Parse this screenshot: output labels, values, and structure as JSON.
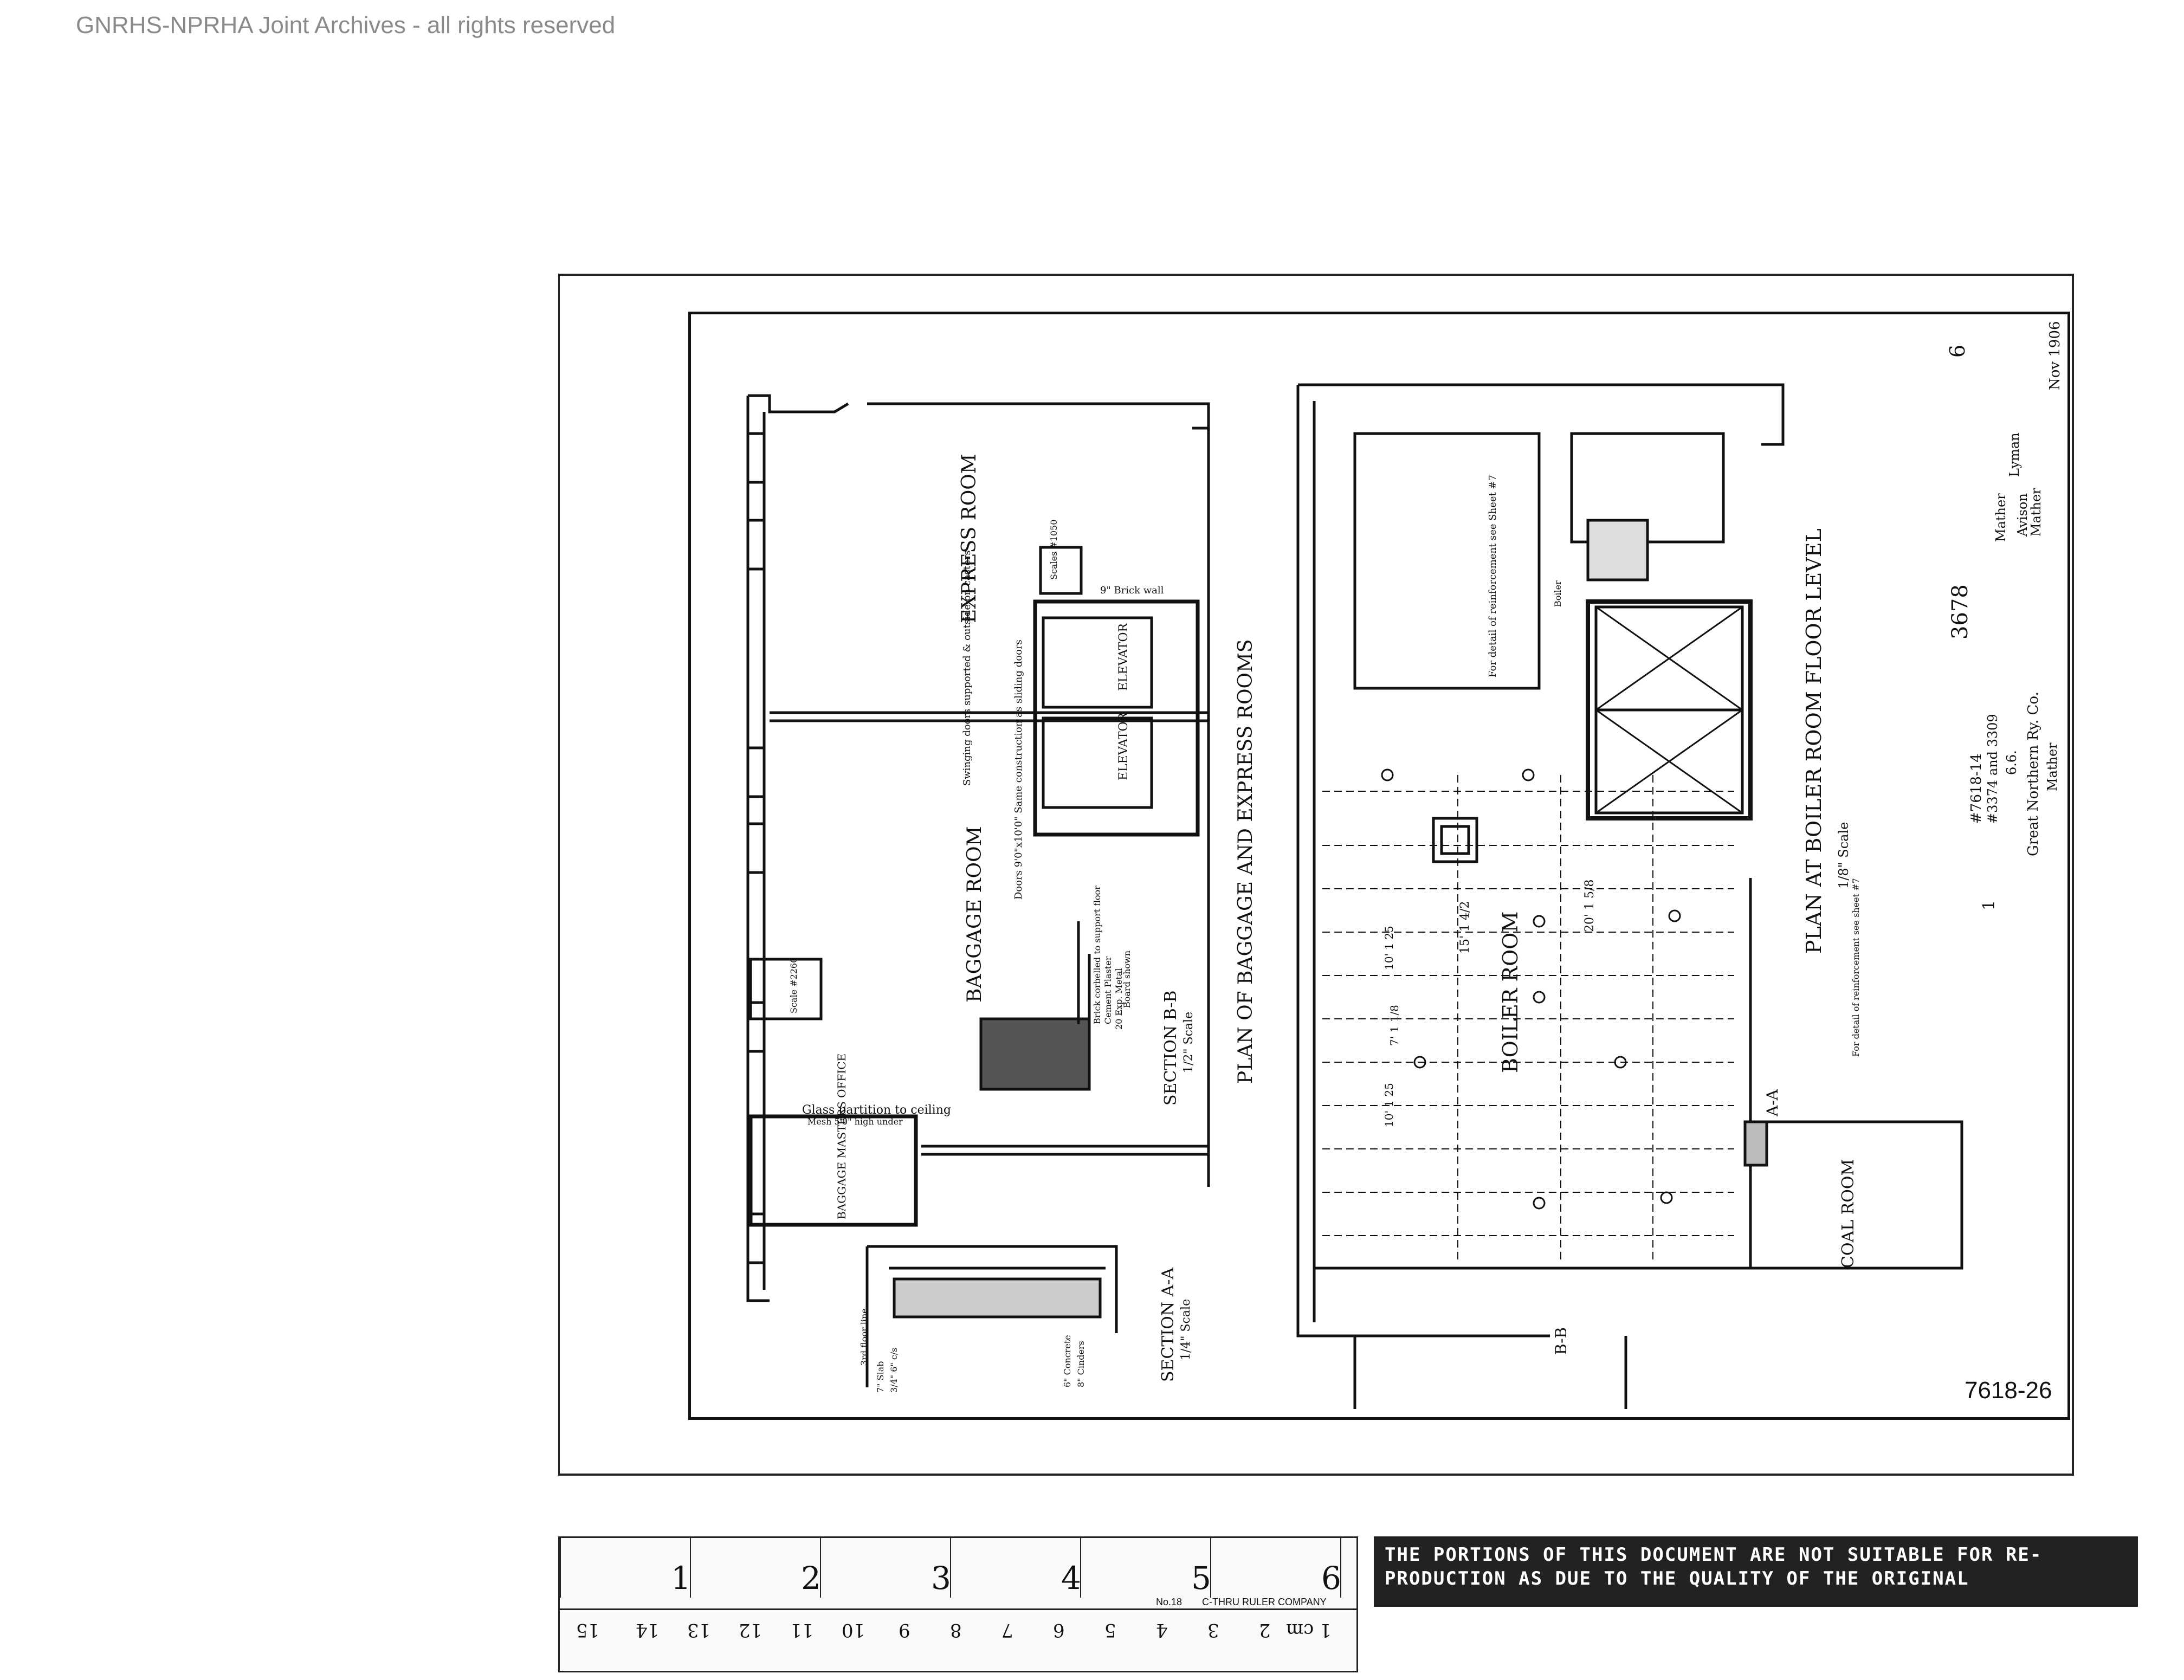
{
  "watermark": "GNRHS-NPRHA Joint Archives - all rights reserved",
  "drawing": {
    "sheet_number": "7618-26",
    "top_number": "6",
    "date": "Nov 1906",
    "file_number": "3678",
    "name_block": [
      "Mather",
      "Lyman",
      "Avison",
      "Mather"
    ],
    "refs": [
      "#7618-14",
      "#3374 and 3309",
      "6.6.",
      "Great Northern Ry. Co.",
      "Mather"
    ],
    "mark_1": "1"
  },
  "plan_left": {
    "title": "PLAN OF BAGGAGE AND EXPRESS ROOMS",
    "express_room": "EXPRESS ROOM",
    "baggage_room": "BAGGAGE ROOM",
    "elevator": "ELEVATOR",
    "brick_wall": "9\" Brick wall",
    "scales_1": "Scales #1050",
    "scale_2": "Scale #2260",
    "swinging_doors": "Swinging doors supported & outside on casters",
    "doors_note": "Doors 9'0\"x10'0\" Same construction as sliding doors",
    "glass_partition": "Glass partition to ceiling",
    "glass_note": "Mesh 5'0\" high under",
    "baggage_office": "BAGGAGE MASTERS OFFICE",
    "section_bb": "SECTION B-B",
    "section_bb_scale": "1/2\" Scale",
    "section_bb_notes": [
      "Brick corbelled to support floor",
      "Cement Plaster",
      "Board shown",
      "20 Exp. Metal"
    ],
    "section_aa": "SECTION A-A",
    "section_aa_scale": "1/4\" Scale",
    "section_aa_notes": [
      "3rd floor line",
      "7\" Slab",
      "3/4\" 6\" c/s",
      "6\" Concrete",
      "8\" Cinders"
    ]
  },
  "plan_right": {
    "title": "PLAN AT BOILER ROOM FLOOR LEVEL",
    "scale": "1/8\" Scale",
    "boiler_room": "BOILER ROOM",
    "coal_room": "COAL ROOM",
    "reinforcement_note": "For detail of reinforcement see Sheet #7",
    "reinforcement_note_2": "For detail of reinforcement see sheet #7",
    "boiler": "Boiler",
    "dims": [
      "15' 1 4/2",
      "20' 1 5/8",
      "10' 1 25",
      "7' 1 1/8",
      "10' 1 25"
    ],
    "aa": "A-A",
    "bb": "B-B"
  },
  "ruler": {
    "inches": [
      "1",
      "2",
      "3",
      "4",
      "5",
      "6"
    ],
    "cm": [
      "1 cm",
      "2",
      "3",
      "4",
      "5",
      "6",
      "7",
      "8",
      "9",
      "10",
      "11",
      "12",
      "13",
      "14",
      "15"
    ],
    "brand": "No.18",
    "maker": "C-THRU RULER COMPANY"
  },
  "notice": "THE PORTIONS OF THIS DOCUMENT ARE NOT SUITABLE FOR RE- PRODUCTION AS DUE TO THE QUALITY OF THE ORIGINAL"
}
